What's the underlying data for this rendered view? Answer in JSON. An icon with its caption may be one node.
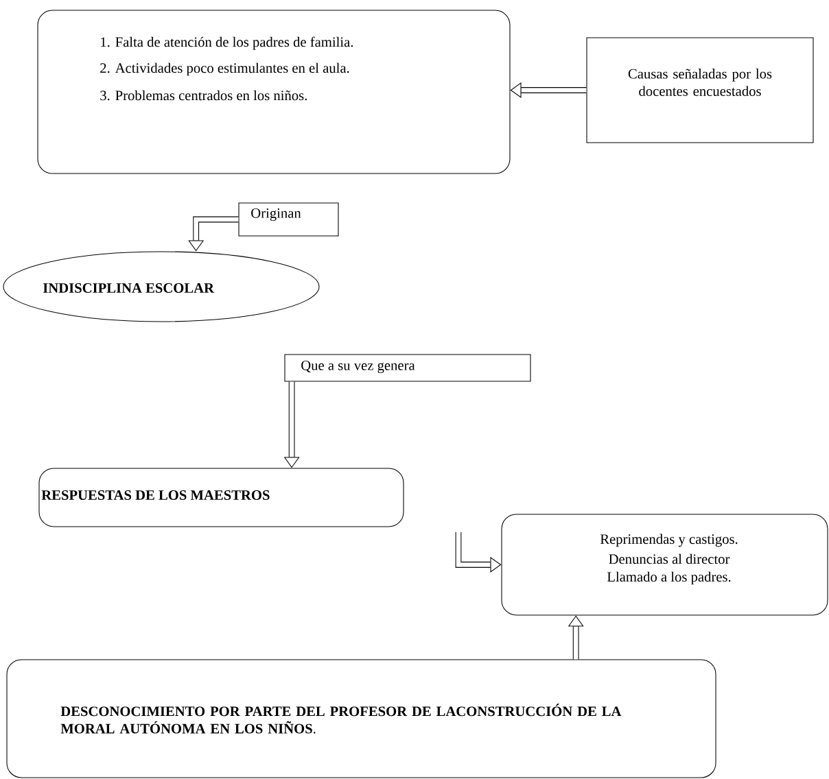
{
  "diagram": {
    "nodes": [
      {
        "text": [
          "1. Falta de atención de los padres de familia.",
          "2. Actividades poco estimulantes en el aula.",
          "3. Problemas centrados en los niños."
        ]
      },
      {
        "text": [
          "Causas señaladas por los docentes encuestados"
        ]
      },
      {
        "text": [
          "Originan"
        ]
      },
      {
        "text": [
          "INDISCIPLINA ESCOLAR"
        ]
      },
      {
        "text": [
          "Que a su vez genera"
        ]
      },
      {
        "text": [
          "RESPUESTAS DE LOS MAESTROS"
        ]
      },
      {
        "text": [
          "Reprimendas y castigos.",
          "Denuncias al director",
          "Llamado a los padres."
        ]
      },
      {
        "text": [
          "**DESCONOCIMIENTO POR PARTE DEL PROFESOR DE LACONSTRUCCIÓN DE LA MORAL AUTÓNOMA  EN LOS NIÑOS**."
        ]
      }
    ],
    "edges": [
      {
        "from": 1,
        "to": 0,
        "arrow": "to"
      },
      {
        "from": 2,
        "to": 3,
        "arrow": "to"
      },
      {
        "from": 4,
        "to": 5,
        "arrow": "to"
      },
      {
        "from": null,
        "to": 6,
        "arrow": "to"
      },
      {
        "from": 7,
        "to": 6,
        "arrow": "to"
      }
    ]
  }
}
